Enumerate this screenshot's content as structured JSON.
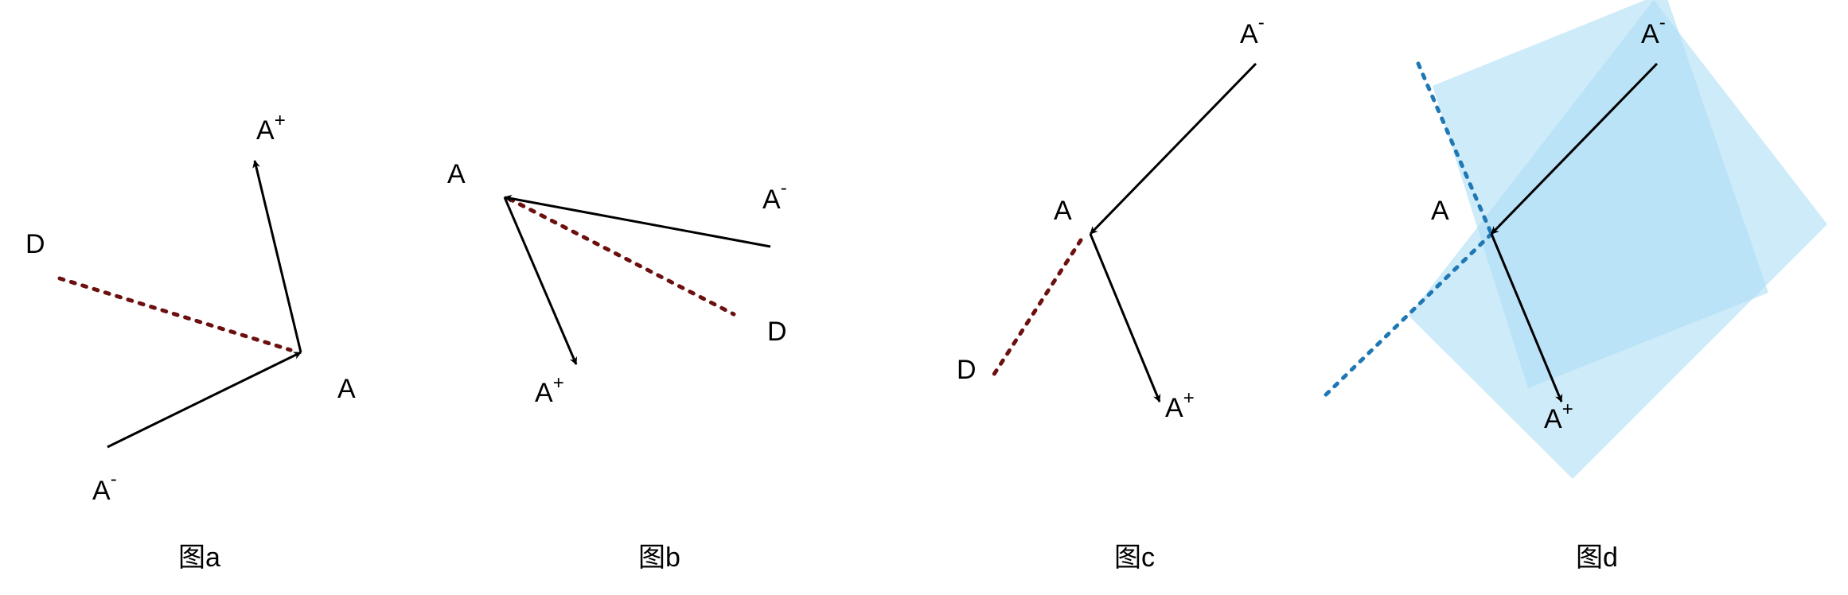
{
  "labels": {
    "A": "A",
    "A_plus_base": "A",
    "A_plus_sup": "+",
    "A_minus_base": "A",
    "A_minus_sup": "-",
    "D": "D"
  },
  "captions": {
    "a": "图a",
    "b": "图b",
    "c": "图c",
    "d": "图d"
  },
  "colors": {
    "vector": "#000000",
    "dotted_red": "#6b0f0f",
    "dotted_blue": "#1f78b4",
    "square_fill": "#aeddf5"
  }
}
